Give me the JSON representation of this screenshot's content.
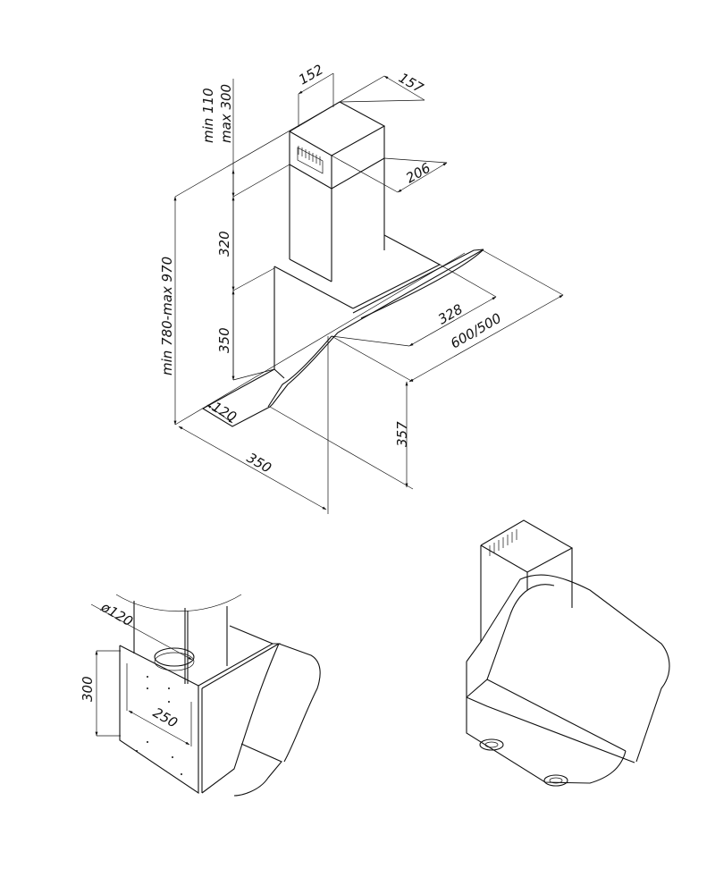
{
  "main_view": {
    "chimney_depth": "152",
    "chimney_width_top": "157",
    "chimney_min": "min 110",
    "chimney_max": "max 300",
    "chimney_width": "206",
    "upper_chimney_height": "320",
    "total_height": "min 780-max 970",
    "body_height": "350",
    "glass_depth": "328",
    "hood_width": "600/500",
    "base_depth": "120",
    "front_height": "357",
    "total_depth": "350"
  },
  "mount_view": {
    "duct_diameter": "ø120",
    "plate_height": "300",
    "plate_width": "250"
  }
}
